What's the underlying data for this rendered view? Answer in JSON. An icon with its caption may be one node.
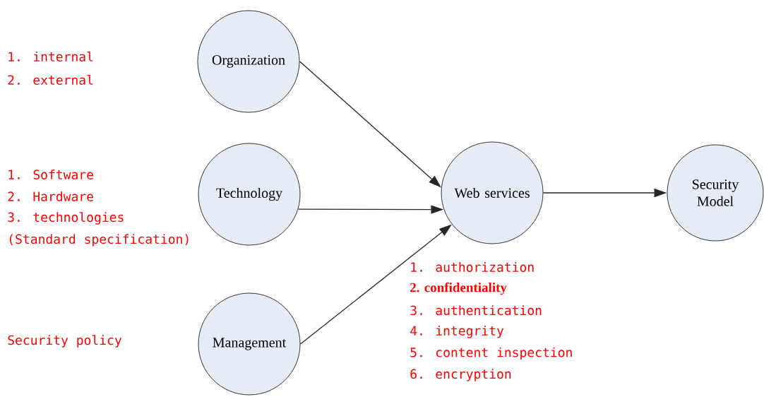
{
  "diagram": {
    "nodes": [
      {
        "text": [
          "Organization"
        ],
        "beside": [
          "1.  internal",
          "2.  external"
        ]
      },
      {
        "text": [
          "Technology"
        ],
        "beside": [
          "1.  Software",
          "2.  Hardware",
          "3.  technologies",
          "(Standard specification)"
        ]
      },
      {
        "text": [
          "Management"
        ]
      },
      {
        "text": [
          "Web services"
        ],
        "beside": [
          "1.  authorization",
          "2.  confidentiality",
          "3.  authentication",
          "4.  integrity",
          "5.  content inspection",
          "6.  encryption"
        ]
      },
      {
        "text": [
          "Security Model"
        ]
      }
    ],
    "edges": [
      {
        "from": 0,
        "to": 3,
        "arrow": "to"
      },
      {
        "from": 1,
        "to": 3,
        "arrow": "to"
      },
      {
        "from": 2,
        "to": 3,
        "arrow": "to"
      },
      {
        "from": 3,
        "to": 4,
        "arrow": "to"
      }
    ],
    "labels": [
      "Security policy"
    ]
  }
}
